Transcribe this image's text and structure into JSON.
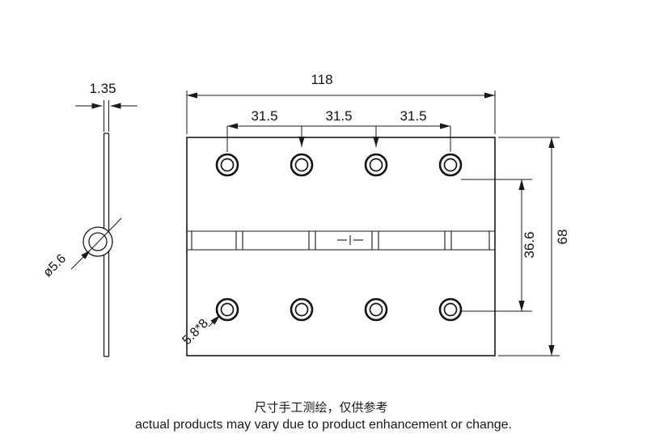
{
  "drawing": {
    "colors": {
      "line": "#1a1a1a",
      "background": "#ffffff"
    },
    "side_view": {
      "thickness": "1.35",
      "hole_diameter": "ø5.6"
    },
    "front_view": {
      "width": "118",
      "hole_spacing": [
        "31.5",
        "31.5",
        "31.5"
      ],
      "height": "68",
      "row_spacing": "36.6",
      "slot_size": "5.8*8"
    },
    "notes": {
      "line1_cn": "尺寸手工测绘，仅供参考",
      "line2_en": "actual products may vary due to product enhancement or change."
    }
  }
}
